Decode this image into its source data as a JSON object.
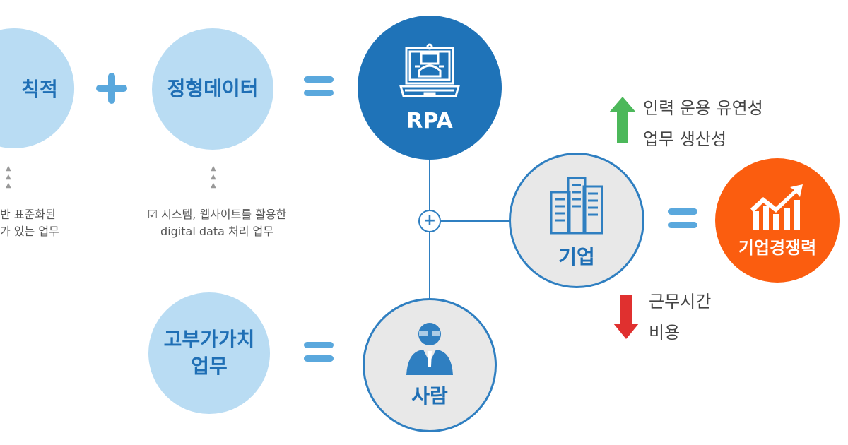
{
  "circles": {
    "left_cut": "칙적",
    "structured": "정형데이터",
    "rpa": "RPA",
    "person": "사람",
    "company": "기업",
    "high_value": [
      "고부가가치",
      "업무"
    ],
    "competitiveness": "기업경쟁력"
  },
  "notes": {
    "left": [
      "반 표준화된",
      "가 있는 업무"
    ],
    "structured": [
      "☑ 시스템, 웹사이트를 활용한",
      "digital data 처리 업무"
    ]
  },
  "increase": {
    "items": [
      "인력 운용 유연성",
      "업무 생산성"
    ],
    "icon": "arrow-up-icon",
    "color": "#4cb85a"
  },
  "decrease": {
    "items": [
      "근무시간",
      "비용"
    ],
    "icon": "arrow-down-icon",
    "color": "#e0302f"
  },
  "colors": {
    "light": "#b9dcf3",
    "rpa": "#1f73b8",
    "orange": "#fb5d0f",
    "accent": "#5aa8dd"
  }
}
